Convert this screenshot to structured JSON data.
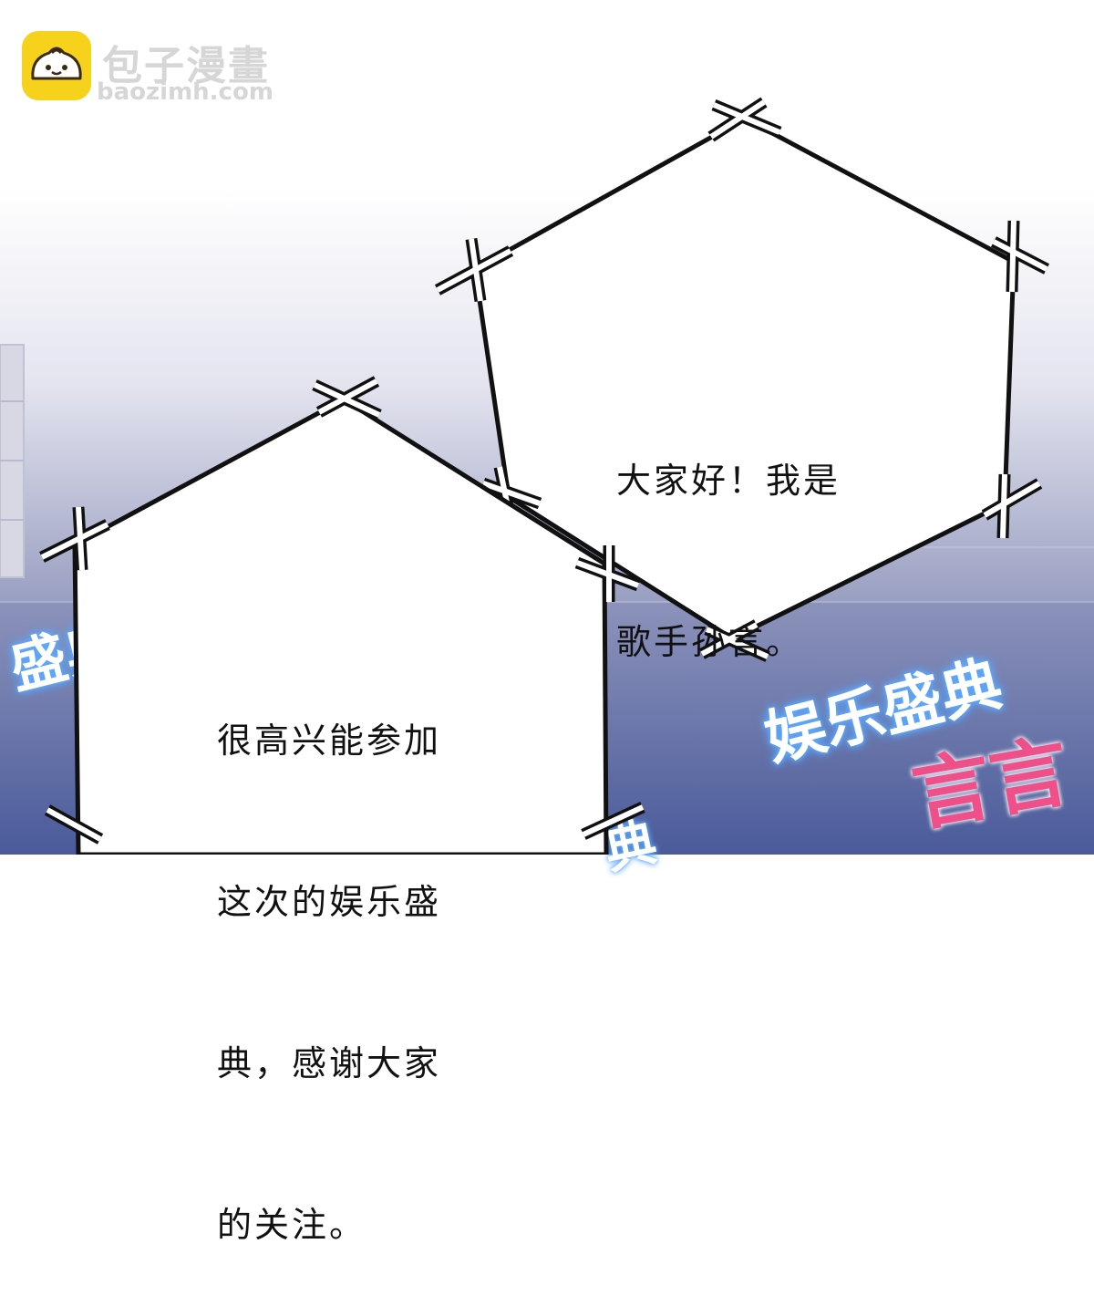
{
  "watermark": {
    "title": "包子漫畫",
    "url": "baozimh.com"
  },
  "speech_bubbles": [
    {
      "lines": [
        "大家好！我是",
        "歌手孙言。"
      ]
    },
    {
      "lines": [
        "很高兴能参加",
        "这次的娱乐盛",
        "典，感谢大家",
        "的关注。"
      ]
    }
  ],
  "background_signs": [
    {
      "text": "娱乐盛典"
    },
    {
      "text": "盛典"
    },
    {
      "text": "言言"
    },
    {
      "text": "典"
    }
  ],
  "colors": {
    "stage_top": "#f4f4fa",
    "stage_bottom": "#4a5a9a",
    "neon_glow": "#5da9ff",
    "banner_pink": "#f0508a",
    "logo_yellow": "#f7d21c"
  }
}
